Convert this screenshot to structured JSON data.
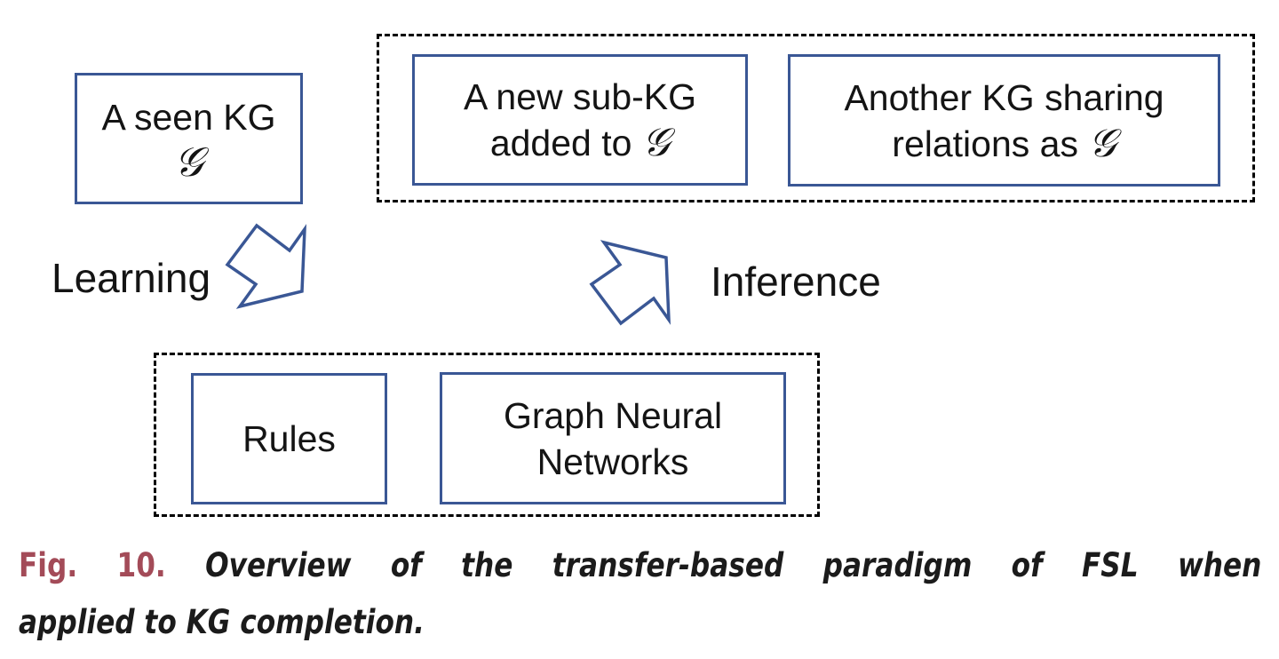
{
  "figure": {
    "boxes": {
      "seen_kg": {
        "line1": "A seen KG",
        "symbol": "𝒢"
      },
      "new_sub_kg": {
        "line1": "A new sub-KG",
        "line2_prefix": "added to ",
        "symbol": "𝒢"
      },
      "another_kg": {
        "line1": "Another KG sharing",
        "line2_prefix": "relations as ",
        "symbol": "𝒢"
      },
      "rules": {
        "label": "Rules"
      },
      "gnn": {
        "line1": "Graph Neural",
        "line2": "Networks"
      }
    },
    "labels": {
      "learning": "Learning",
      "inference": "Inference"
    },
    "icons": {
      "learning_arrow": "jagged-hollow-arrow-pointing-down-left",
      "inference_arrow": "jagged-hollow-arrow-pointing-up-left"
    },
    "colors": {
      "box_border": "#3a5795",
      "dashed_border": "#000000",
      "text": "#141414",
      "caption_accent": "#a34b58",
      "caption_text": "#1b1b1b",
      "background": "#ffffff"
    }
  },
  "caption": {
    "fig_label": "Fig. 10.",
    "line1_rest": "Overview of the transfer-based paradigm of FSL when",
    "line2": "applied to KG completion."
  }
}
